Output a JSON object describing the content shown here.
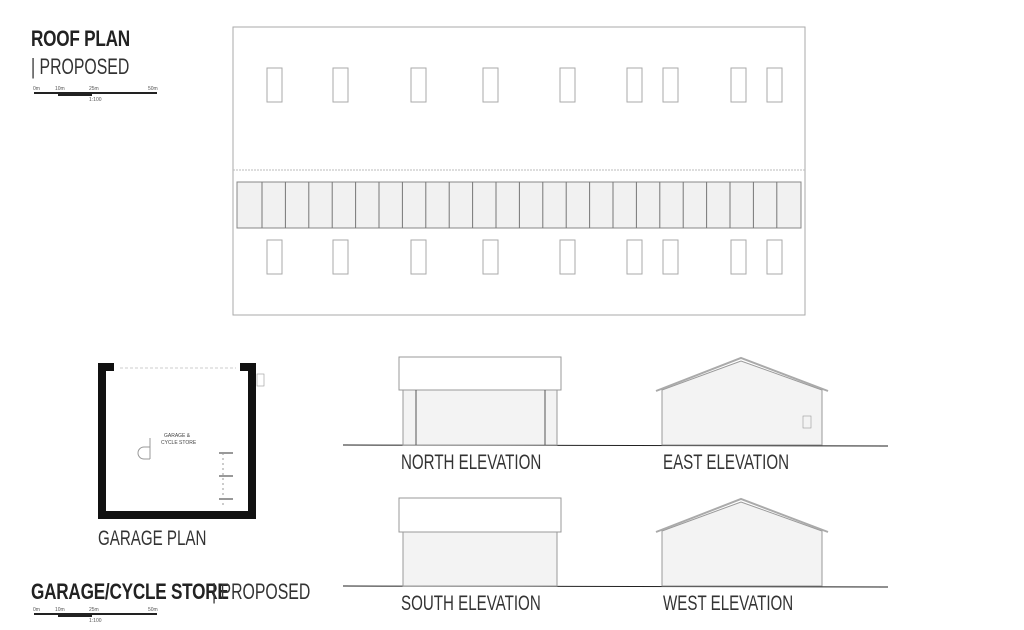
{
  "roof_plan": {
    "title": "ROOF PLAN",
    "subtitle": "| PROPOSED"
  },
  "scale_bar": {
    "ticks": [
      "0m",
      "10m",
      "25m",
      "50m"
    ],
    "ratio": "1:100"
  },
  "garage_plan": {
    "room_label_line1": "GARAGE &",
    "room_label_line2": "CYCLE STORE",
    "title": "GARAGE PLAN"
  },
  "elevations": {
    "north": "NORTH ELEVATION",
    "east": "EAST ELEVATION",
    "south": "SOUTH ELEVATION",
    "west": "WEST ELEVATION"
  },
  "footer": {
    "title": "GARAGE/CYCLE STORE",
    "subtitle": "| PROPOSED"
  }
}
